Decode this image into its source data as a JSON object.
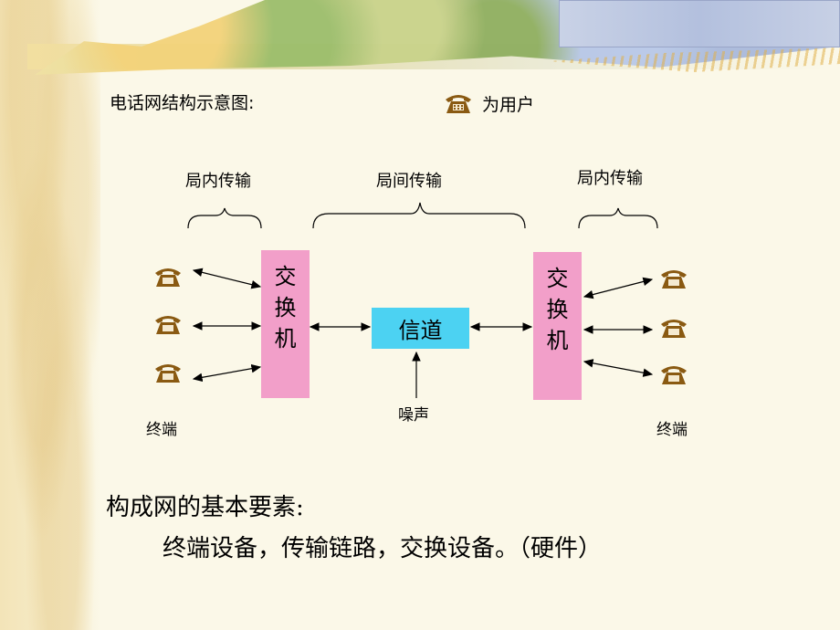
{
  "title": "电话网结构示意图:",
  "legend": {
    "icon": "telephone-icon",
    "text": "为用户"
  },
  "labels": {
    "local_left": "局内传输",
    "inter": "局间传输",
    "local_right": "局内传输"
  },
  "switch_left": [
    "交",
    "换",
    "机"
  ],
  "switch_right": [
    "交",
    "换",
    "机"
  ],
  "channel": "信道",
  "noise": "噪声",
  "terminal_left": "终端",
  "terminal_right": "终端",
  "bottom": {
    "line1": "构成网的基本要素:",
    "line2": "终端设备，传输链路，交换设备。（硬件）"
  },
  "colors": {
    "switch": "#f29fc9",
    "channel": "#4cd2f2",
    "phone": "#8a5a12"
  }
}
